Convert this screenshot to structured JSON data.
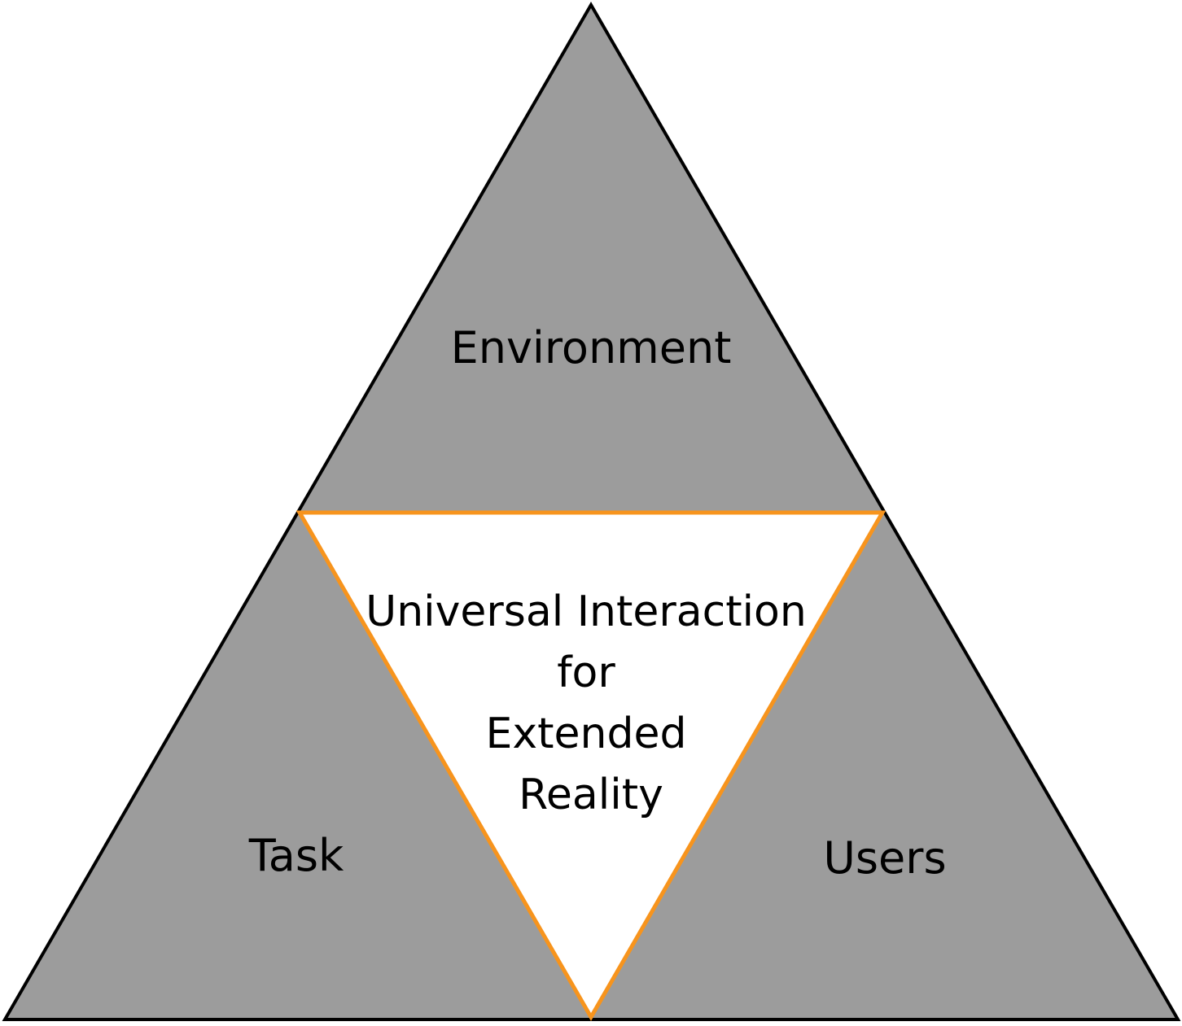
{
  "diagram": {
    "colors": {
      "outer_fill": "#9c9c9c",
      "outer_stroke": "#000000",
      "center_fill": "#ffffff",
      "center_stroke": "#f7941d",
      "text": "#000000"
    },
    "outer_regions": {
      "top": "Environment",
      "bottom_left": "Task",
      "bottom_right": "Users"
    },
    "center": {
      "lines": [
        "Universal Interaction",
        "for",
        "Extended",
        "Reality"
      ]
    }
  }
}
